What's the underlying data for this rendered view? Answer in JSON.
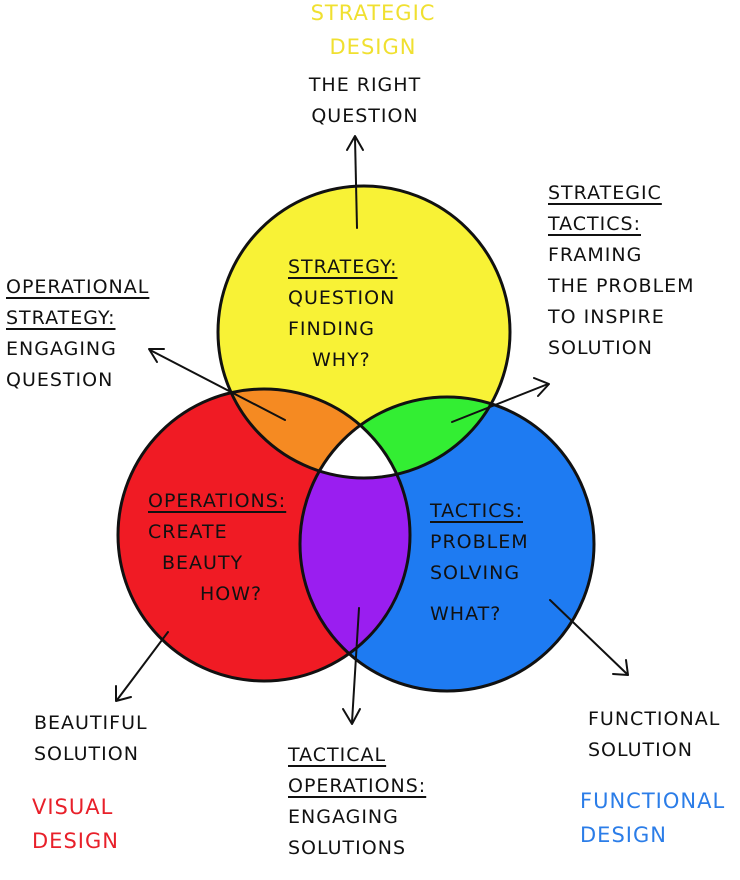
{
  "colors": {
    "strategy": "#F8F236",
    "operations": "#F01B24",
    "tactics": "#1E7BF2",
    "strategy_operations": "#F58A22",
    "strategy_tactics": "#33EE33",
    "operations_tactics": "#9A1EF0",
    "center": "#FFFFFF",
    "strategic_design_text": "#F0E030",
    "visual_design_text": "#E8202A",
    "functional_design_text": "#2B7DE8",
    "ink": "#111111"
  },
  "top": {
    "design_line1": "Strategic",
    "design_line2": "Design",
    "desc_line1": "The right",
    "desc_line2": "question"
  },
  "strategy": {
    "title": "Strategy:",
    "line1": "Question",
    "line2": "finding",
    "line3": "Why?"
  },
  "operations": {
    "title": "Operations:",
    "line1": "Create",
    "line2": "Beauty",
    "line3": "How?"
  },
  "tactics": {
    "title": "Tactics:",
    "line1": "Problem",
    "line2": "solving",
    "line3": "What?"
  },
  "strategic_tactics": {
    "title1": "Strategic",
    "title2": "tactics:",
    "line1": "Framing",
    "line2": "the problem",
    "line3": "to inspire",
    "line4": "solution"
  },
  "operational_strategy": {
    "title1": "Operational",
    "title2": "Strategy:",
    "line1": "Engaging",
    "line2": "question"
  },
  "bottom_left": {
    "line1": "Beautiful",
    "line2": "solution",
    "design1": "Visual",
    "design2": "Design"
  },
  "bottom_center": {
    "title1": "Tactical",
    "title2": "operations:",
    "line1": "Engaging",
    "line2": "solutions"
  },
  "bottom_right": {
    "line1": "Functional",
    "line2": "solution",
    "design1": "Functional",
    "design2": "Design"
  }
}
